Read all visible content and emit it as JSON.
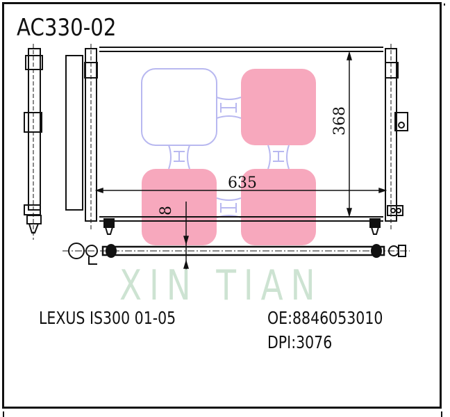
{
  "drawing": {
    "part_number": "AC330-02",
    "watermark": "XIN TIAN",
    "vehicle": "LEXUS IS300 01-05",
    "oe_label": "OE:8846053010",
    "dpi_label": "DPI:3076",
    "dimensions": {
      "width": "635",
      "height": "368",
      "thickness": "8"
    },
    "colors": {
      "line": "#111111",
      "logo_pink": "#f7a8bd",
      "logo_outline": "#b8b8f0",
      "watermark": "#cde3d2"
    }
  }
}
